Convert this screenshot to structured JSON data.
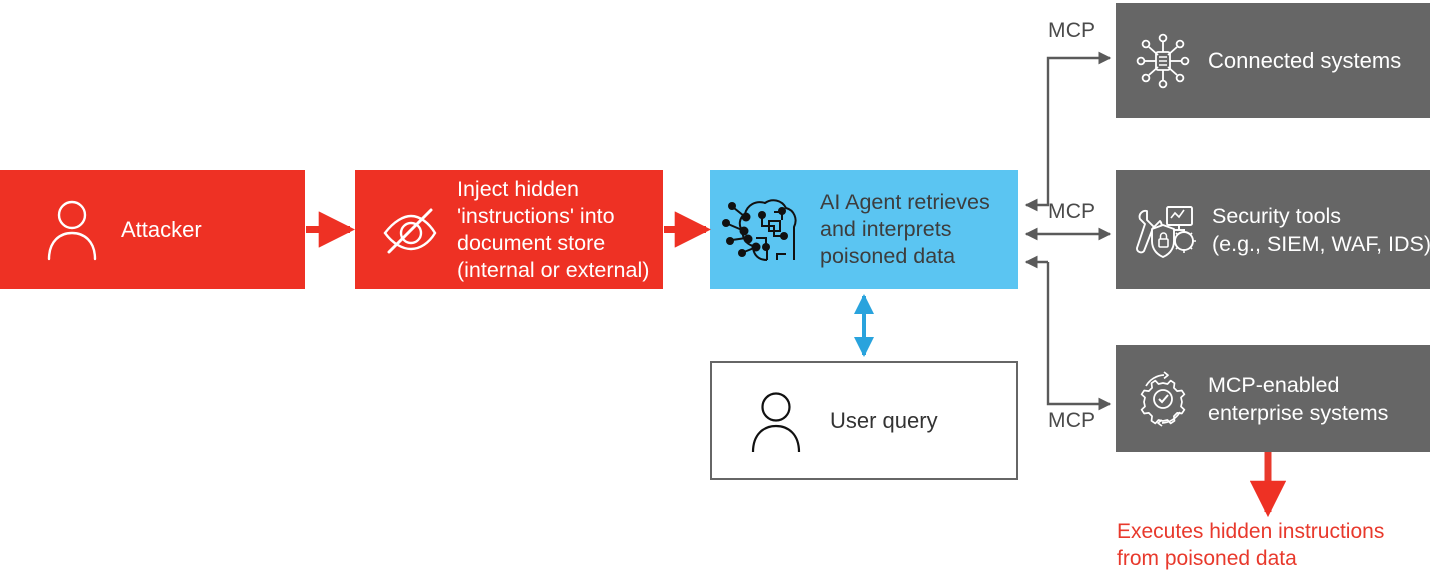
{
  "diagram": {
    "title": "AI agent prompt-injection attack flow",
    "colors": {
      "red": "#ee3124",
      "blue": "#5bc5f2",
      "gray": "#666666",
      "white": "#ffffff",
      "arrow_gray": "#5a5a5a",
      "outcome_red": "#e8392c"
    }
  },
  "nodes": {
    "attacker": {
      "label": "Attacker",
      "icon": "person-icon"
    },
    "inject": {
      "label": "Inject hidden\n'instructions' into\ndocument store\n(internal or external)",
      "icon": "eye-slash-icon"
    },
    "agent": {
      "label": "AI Agent retrieves\nand interprets\npoisoned data",
      "icon": "ai-brain-circuit-icon"
    },
    "user_query": {
      "label": "User query",
      "icon": "person-icon"
    },
    "connected_systems": {
      "label": "Connected systems",
      "icon": "network-hub-icon"
    },
    "security_tools": {
      "label": "Security tools\n(e.g., SIEM, WAF, IDS)",
      "icon": "security-tools-icon"
    },
    "mcp_enterprise": {
      "label": "MCP-enabled\nenterprise systems",
      "icon": "gear-check-cycle-icon"
    }
  },
  "connector_labels": {
    "mcp_top": "MCP",
    "mcp_middle": "MCP",
    "mcp_bottom": "MCP"
  },
  "outcome": {
    "text": "Executes hidden instructions\nfrom poisoned data"
  }
}
